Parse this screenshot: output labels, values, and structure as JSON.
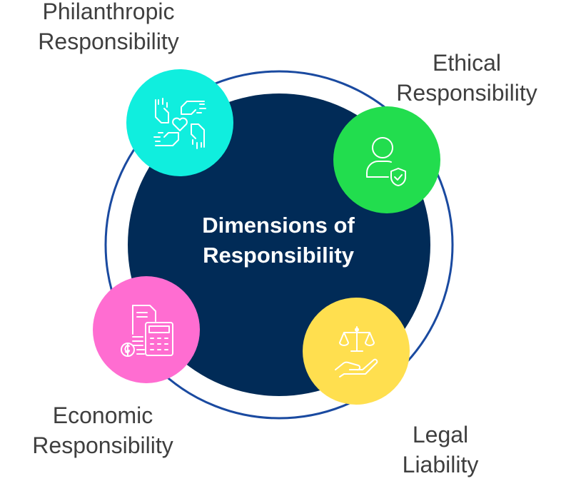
{
  "center": {
    "line1": "Dimensions of",
    "line2": "Responsibility"
  },
  "dimensions": [
    {
      "line1": "Philanthropic",
      "line2": "Responsibility",
      "color": "#10eede",
      "icon": "hands-heart-icon"
    },
    {
      "line1": "Ethical",
      "line2": "Responsibility",
      "color": "#22dd4e",
      "icon": "person-shield-icon"
    },
    {
      "line1": "Economic",
      "line2": "Responsibility",
      "color": "#ff6dd1",
      "icon": "calculator-coins-icon"
    },
    {
      "line1": "Legal",
      "line2": "Liability",
      "color": "#ffdf4f",
      "icon": "scales-hand-icon"
    }
  ],
  "colors": {
    "core": "#012b57",
    "ring": "#1a4aa0",
    "label_text": "#3f3f3f"
  }
}
